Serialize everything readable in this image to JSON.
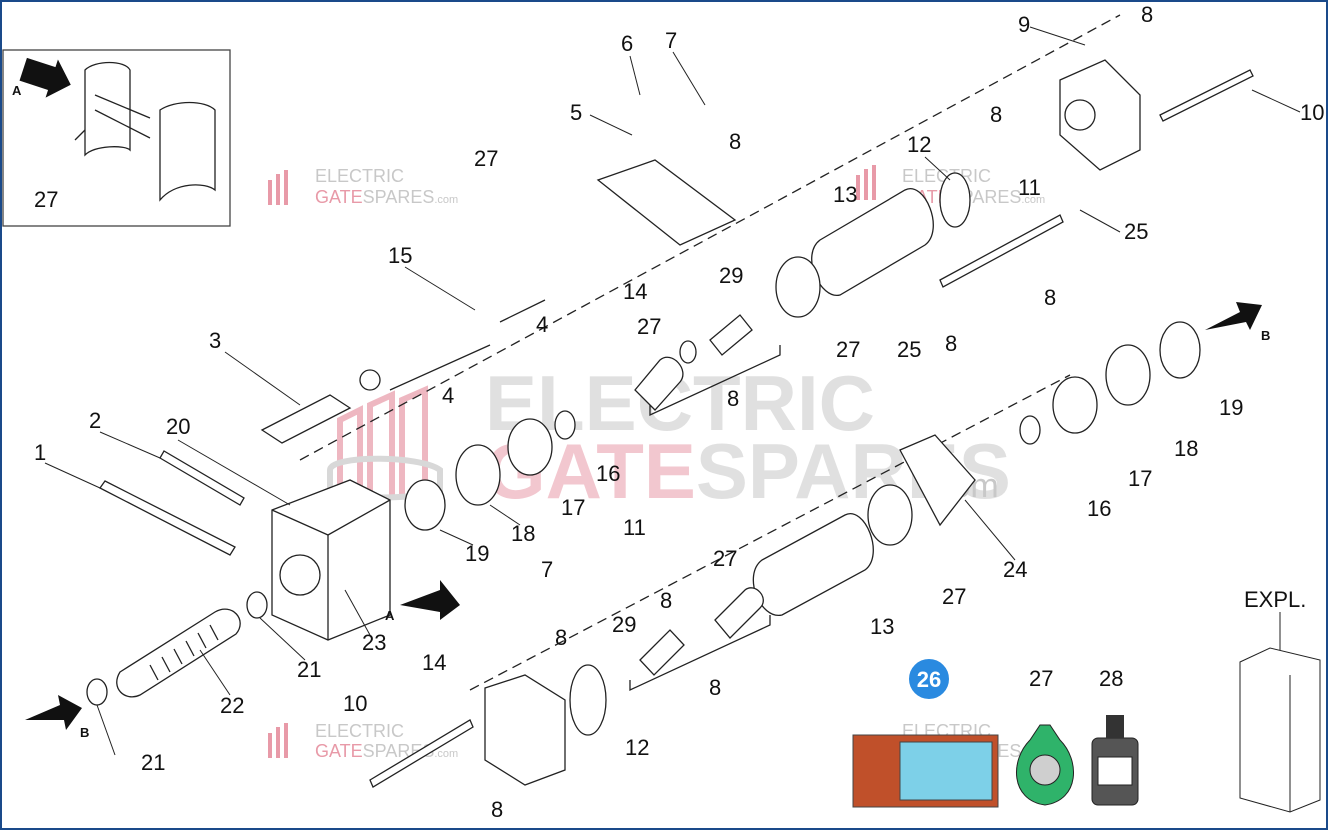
{
  "watermark": {
    "line1": "ELECTRIC",
    "line2a": "GATE",
    "line2b": "SPARES",
    "suffix": ".com"
  },
  "labels": [
    {
      "id": "1",
      "text": "1"
    },
    {
      "id": "2",
      "text": "2"
    },
    {
      "id": "3",
      "text": "3"
    },
    {
      "id": "4a",
      "text": "4"
    },
    {
      "id": "4b",
      "text": "4"
    },
    {
      "id": "5",
      "text": "5"
    },
    {
      "id": "6",
      "text": "6"
    },
    {
      "id": "7a",
      "text": "7"
    },
    {
      "id": "7b",
      "text": "7"
    },
    {
      "id": "8a",
      "text": "8"
    },
    {
      "id": "8b",
      "text": "8"
    },
    {
      "id": "8c",
      "text": "8"
    },
    {
      "id": "8d",
      "text": "8"
    },
    {
      "id": "8e",
      "text": "8"
    },
    {
      "id": "8f",
      "text": "8"
    },
    {
      "id": "8g",
      "text": "8"
    },
    {
      "id": "8h",
      "text": "8"
    },
    {
      "id": "8i",
      "text": "8"
    },
    {
      "id": "8j",
      "text": "8"
    },
    {
      "id": "9",
      "text": "9"
    },
    {
      "id": "10a",
      "text": "10"
    },
    {
      "id": "10b",
      "text": "10"
    },
    {
      "id": "11a",
      "text": "11"
    },
    {
      "id": "11b",
      "text": "11"
    },
    {
      "id": "12a",
      "text": "12"
    },
    {
      "id": "12b",
      "text": "12"
    },
    {
      "id": "13a",
      "text": "13"
    },
    {
      "id": "13b",
      "text": "13"
    },
    {
      "id": "14a",
      "text": "14"
    },
    {
      "id": "14b",
      "text": "14"
    },
    {
      "id": "15",
      "text": "15"
    },
    {
      "id": "16a",
      "text": "16"
    },
    {
      "id": "16b",
      "text": "16"
    },
    {
      "id": "17a",
      "text": "17"
    },
    {
      "id": "17b",
      "text": "17"
    },
    {
      "id": "18a",
      "text": "18"
    },
    {
      "id": "18b",
      "text": "18"
    },
    {
      "id": "19a",
      "text": "19"
    },
    {
      "id": "19b",
      "text": "19"
    },
    {
      "id": "20",
      "text": "20"
    },
    {
      "id": "21a",
      "text": "21"
    },
    {
      "id": "21b",
      "text": "21"
    },
    {
      "id": "22",
      "text": "22"
    },
    {
      "id": "23",
      "text": "23"
    },
    {
      "id": "24",
      "text": "24"
    },
    {
      "id": "25a",
      "text": "25"
    },
    {
      "id": "25b",
      "text": "25"
    },
    {
      "id": "26",
      "text": "26"
    },
    {
      "id": "27a",
      "text": "27"
    },
    {
      "id": "27b",
      "text": "27"
    },
    {
      "id": "27c",
      "text": "27"
    },
    {
      "id": "27d",
      "text": "27"
    },
    {
      "id": "27e",
      "text": "27"
    },
    {
      "id": "27f",
      "text": "27"
    },
    {
      "id": "27g",
      "text": "27"
    },
    {
      "id": "28",
      "text": "28"
    },
    {
      "id": "29a",
      "text": "29"
    },
    {
      "id": "29b",
      "text": "29"
    },
    {
      "id": "A1",
      "text": "A"
    },
    {
      "id": "A2",
      "text": "A"
    },
    {
      "id": "B1",
      "text": "B"
    },
    {
      "id": "B2",
      "text": "B"
    },
    {
      "id": "EXPL",
      "text": "EXPL."
    }
  ],
  "colors": {
    "frame": "#1a4a8a",
    "line": "#222222",
    "badge": "#2a8ae0",
    "kit_red": "#c0502a",
    "kit_cyan": "#7dd0e8",
    "bag_green": "#2fb36a",
    "watermark_red": "#e89aa8"
  }
}
